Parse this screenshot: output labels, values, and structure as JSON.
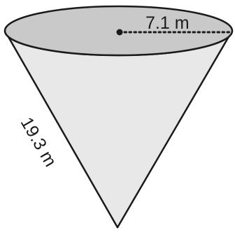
{
  "figure": {
    "shape": "cone",
    "radius_label": "7.1 m",
    "slant_height_label": "19.3 m",
    "colors": {
      "lateral_surface": "#e8e8e8",
      "top_face": "#c9c9c9",
      "outline": "#1a1a1a"
    }
  }
}
